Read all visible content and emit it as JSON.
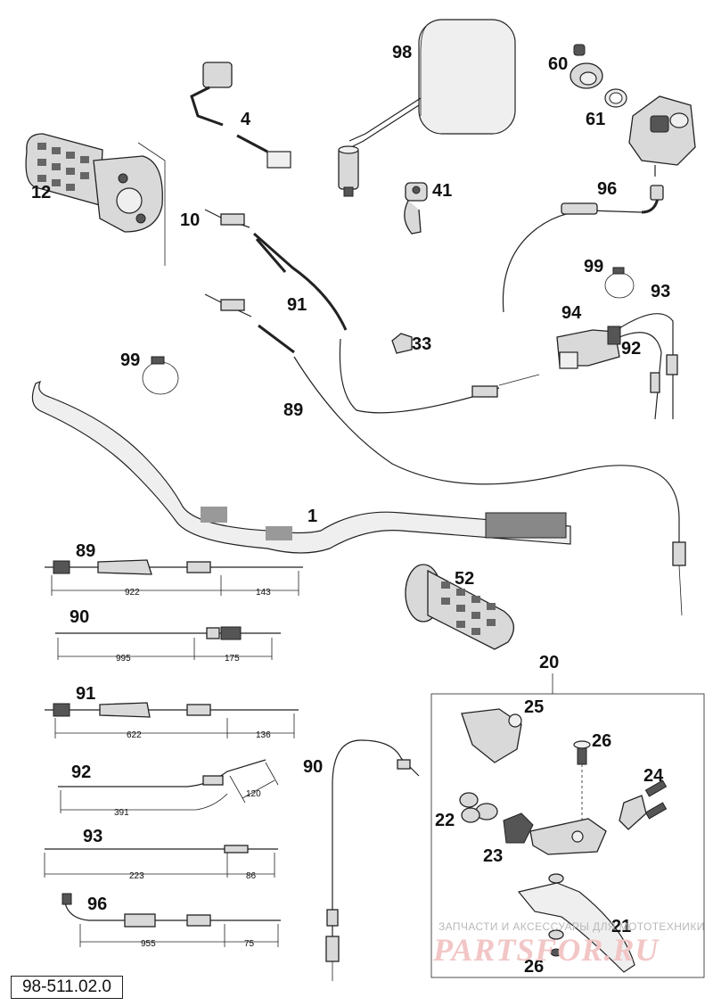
{
  "callouts": {
    "c98": "98",
    "c60": "60",
    "c61": "61",
    "c4": "4",
    "c12": "12",
    "c10": "10",
    "c41": "41",
    "c96": "96",
    "c99a": "99",
    "c93": "93",
    "c94": "94",
    "c92": "92",
    "c91": "91",
    "c33": "33",
    "c99b": "99",
    "c89": "89",
    "c1": "1",
    "c52": "52",
    "c20": "20",
    "c25": "25",
    "c26a": "26",
    "c24": "24",
    "c22": "22",
    "c23": "23",
    "c21": "21",
    "c26b": "26",
    "c90": "90"
  },
  "cables": [
    {
      "label": "89",
      "dims": [
        "922",
        "143"
      ]
    },
    {
      "label": "90",
      "dims": [
        "995",
        "175"
      ]
    },
    {
      "label": "91",
      "dims": [
        "622",
        "136"
      ]
    },
    {
      "label": "92",
      "dims": [
        "391",
        "120"
      ]
    },
    {
      "label": "93",
      "dims": [
        "223",
        "86"
      ]
    },
    {
      "label": "96",
      "dims": [
        "955",
        "75"
      ]
    }
  ],
  "diagram_code": "98-511.02.0",
  "watermark": {
    "tagline": "ЗАПЧАСТИ И АКСЕССУАРЫ ДЛЯ МОТОТЕХНИКИ",
    "logo": "PARTSFOR.RU"
  }
}
